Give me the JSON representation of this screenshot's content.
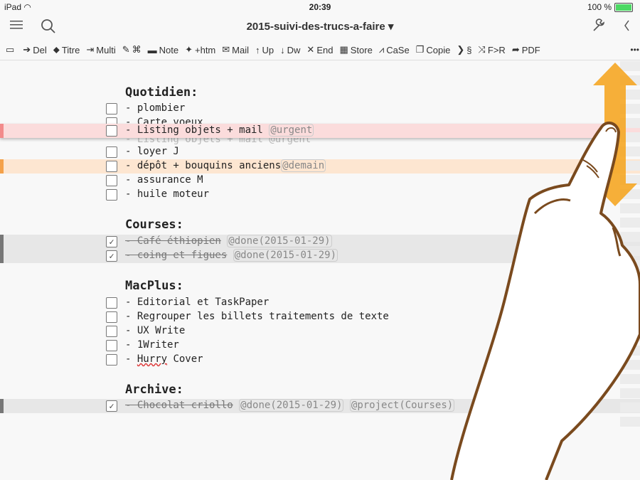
{
  "status": {
    "device": "iPad",
    "time": "20:39",
    "battery": "100 %"
  },
  "title": "2015-suivi-des-trucs-a-faire",
  "toolbar": [
    {
      "icon": "book-icon",
      "glyph": "▭",
      "label": ""
    },
    {
      "icon": "arrow-circle-icon",
      "glyph": "➔",
      "label": "Del"
    },
    {
      "icon": "tag-icon",
      "glyph": "⬥",
      "label": "Titre"
    },
    {
      "icon": "export-icon",
      "glyph": "⇥",
      "label": "Multi"
    },
    {
      "icon": "edit-icon",
      "glyph": "✎",
      "label": "⌘"
    },
    {
      "icon": "note-icon",
      "glyph": "▬",
      "label": "Note"
    },
    {
      "icon": "pin-icon",
      "glyph": "✦",
      "label": "+htm"
    },
    {
      "icon": "mail-icon",
      "glyph": "✉",
      "label": "Mail"
    },
    {
      "icon": "arrow-up-icon",
      "glyph": "↑",
      "label": "Up"
    },
    {
      "icon": "arrow-down-icon",
      "glyph": "↓",
      "label": "Dw"
    },
    {
      "icon": "tools-icon",
      "glyph": "✕",
      "label": "End"
    },
    {
      "icon": "store-icon",
      "glyph": "▦",
      "label": "Store"
    },
    {
      "icon": "chart-icon",
      "glyph": "⩘",
      "label": "CaSe"
    },
    {
      "icon": "copy-icon",
      "glyph": "❐",
      "label": "Copie"
    },
    {
      "icon": "chevron-right-icon",
      "glyph": "❯",
      "label": "§"
    },
    {
      "icon": "shuffle-icon",
      "glyph": "⤨",
      "label": "F>R"
    },
    {
      "icon": "share-icon",
      "glyph": "➦",
      "label": "PDF"
    },
    {
      "icon": "more-icon",
      "glyph": "•••",
      "label": ""
    }
  ],
  "sections": {
    "quotidien": "Quotidien:",
    "courses": "Courses:",
    "macplus": "MacPlus:",
    "archive": "Archive:"
  },
  "tasks": {
    "t1": "- plombier",
    "t2": "- Carte voeux",
    "t3": "- Listing objets + mail",
    "t3_tag": "@urgent",
    "t3_ghost": "- Listing objets + mail @urgent",
    "t4": "- loyer J",
    "t5": "- dépôt + bouquins anciens",
    "t5_tag": "@demain",
    "t6": "- assurance M",
    "t7": "- huile moteur",
    "c1": "- Café éthiopien",
    "c1_tag": "@done(2015-01-29)",
    "c2": "- coing et figues",
    "c2_tag": "@done(2015-01-29)",
    "m1": "- Editorial et TaskPaper",
    "m2": "- Regrouper les billets traitements de texte",
    "m3": "- UX Write",
    "m4": "- 1Writer",
    "m5_dash": "- ",
    "m5_word": "Hurry",
    "m5_rest": " Cover",
    "a1": "- Chocolat criollo",
    "a1_tag1": "@done(2015-01-29)",
    "a1_tag2": "@project(Courses)"
  },
  "colors": {
    "urgent": "#f28b8b",
    "demain": "#f4a14a",
    "done": "#777777",
    "arrow": "#f5a623",
    "hand": "#7a4a1e"
  }
}
